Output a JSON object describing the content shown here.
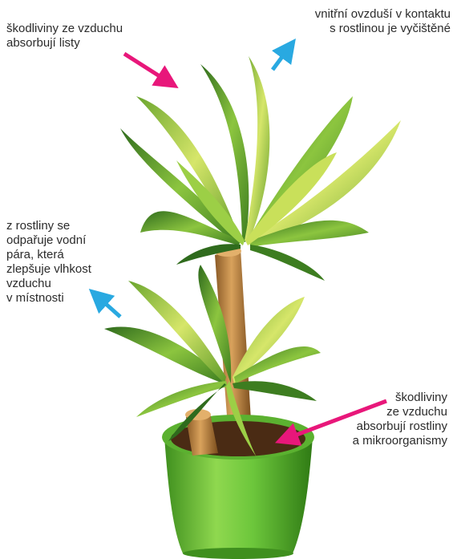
{
  "labels": {
    "leaves_absorb": [
      "škodliviny ze vzduchu",
      "absorbují listy"
    ],
    "clean_air": [
      "vnitřní ovzduší v kontaktu",
      "s rostlinou je vyčištěné"
    ],
    "humidity": [
      "z rostliny se",
      "odpařuje vodní",
      "pára, která",
      "zlepšuje vlhkost",
      "vzduchu",
      "v místnosti"
    ],
    "roots_absorb": [
      "škodliviny",
      "ze vzduchu",
      "absorbují rostliny",
      "a mikroorganismy"
    ]
  },
  "colors": {
    "absorb_arrow": "#e8177a",
    "release_arrow": "#29a9e1",
    "pot": "#6cc63b",
    "leaf_dark": "#2f6b1d",
    "leaf_light": "#b8d94a",
    "stem": "#c98e4a",
    "soil": "#4a2b14"
  }
}
